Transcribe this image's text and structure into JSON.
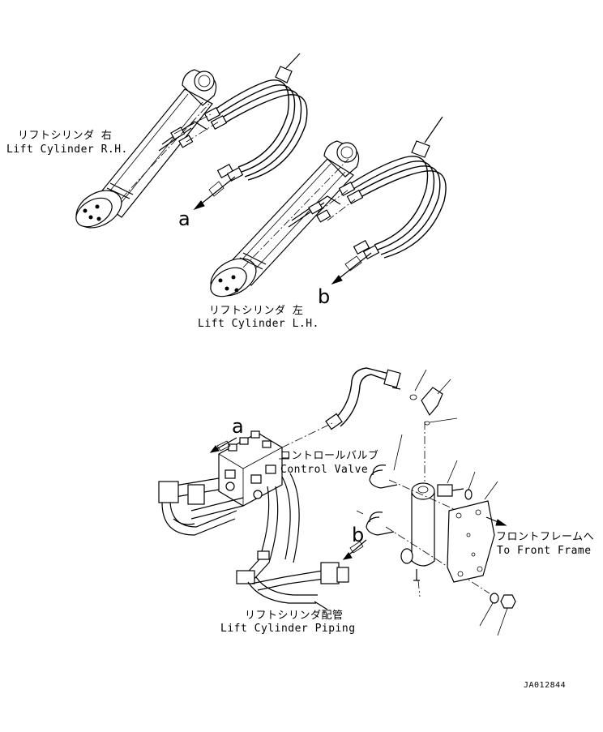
{
  "labels": {
    "lift_cylinder_rh_jp": "リフトシリンダ 右",
    "lift_cylinder_rh_en": "Lift Cylinder R.H.",
    "lift_cylinder_lh_jp": "リフトシリンダ 左",
    "lift_cylinder_lh_en": "Lift Cylinder L.H.",
    "control_valve_jp": "コントロールバルブ",
    "control_valve_en": "Control Valve",
    "front_frame_jp": "フロントフレームへ",
    "front_frame_en": "To Front Frame",
    "lift_cylinder_piping_jp": "リフトシリンダ配管",
    "lift_cylinder_piping_en": "Lift Cylinder Piping"
  },
  "connection_markers": {
    "a_top": "a",
    "b_top": "b",
    "a_bottom": "a",
    "b_bottom": "b"
  },
  "drawing_code": "JA012844"
}
